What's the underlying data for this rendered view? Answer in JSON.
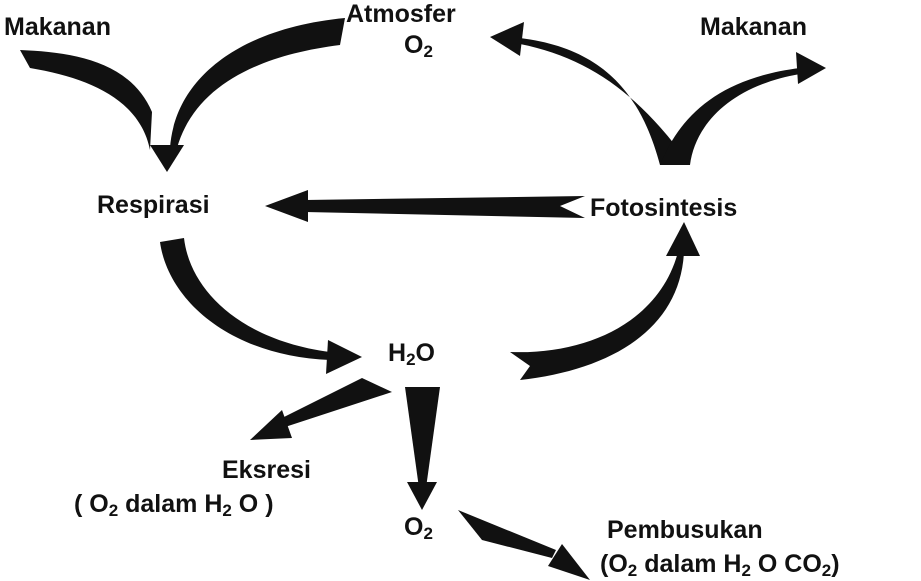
{
  "labels": {
    "makanan_left": "Makanan",
    "atmosfer": "Atmosfer",
    "o2_top": "O",
    "o2_top_sub": "2",
    "makanan_right": "Makanan",
    "respirasi": "Respirasi",
    "fotosintesis": "Fotosintesis",
    "h2o_h": "H",
    "h2o_sub": "2",
    "h2o_o": "O",
    "eksresi": "Eksresi",
    "eksresi_detail_a": "( O",
    "eksresi_detail_a_sub": "2",
    "eksresi_detail_b": " dalam  H",
    "eksresi_detail_b_sub": "2",
    "eksresi_detail_c": " O )",
    "o2_bottom": "O",
    "o2_bottom_sub": "2",
    "pembusukan": "Pembusukan",
    "pembusukan_detail_a": "(O",
    "pembusukan_detail_a_sub": "2",
    "pembusukan_detail_b": " dalam H",
    "pembusukan_detail_b_sub": "2",
    "pembusukan_detail_c": " O CO",
    "pembusukan_detail_c_sub": "2",
    "pembusukan_detail_d": ")"
  },
  "colors": {
    "ink": "#111111",
    "background": "#ffffff"
  }
}
